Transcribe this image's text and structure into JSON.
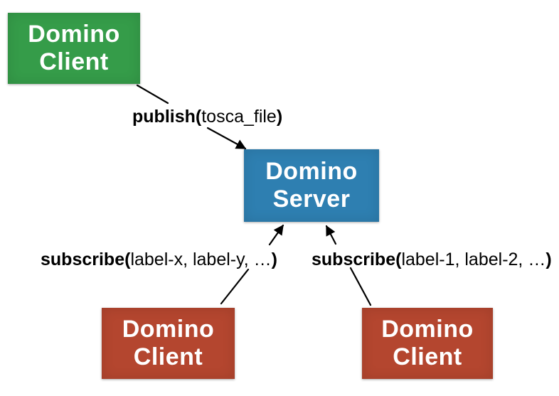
{
  "diagram": {
    "background_color": "#ffffff",
    "arrow_color": "#000000",
    "nodes": {
      "publisher": {
        "line1": "Domino",
        "line2": "Client",
        "color": "#359c49",
        "text_color": "#ffffff"
      },
      "server": {
        "line1": "Domino",
        "line2": "Server",
        "color": "#2e7fb1",
        "text_color": "#ffffff"
      },
      "subscriber_left": {
        "line1": "Domino",
        "line2": "Client",
        "color": "#b4462f",
        "text_color": "#ffffff"
      },
      "subscriber_right": {
        "line1": "Domino",
        "line2": "Client",
        "color": "#b4462f",
        "text_color": "#ffffff"
      }
    },
    "edge_labels": {
      "publish": {
        "bold_open": "publish(",
        "args": "tosca_file",
        "bold_close": ")"
      },
      "subscribe_left": {
        "bold_open": "subscribe(",
        "args": "label-x, label-y, …",
        "bold_close": ")"
      },
      "subscribe_right": {
        "bold_open": "subscribe(",
        "args": "label-1, label-2, …",
        "bold_close": ")"
      }
    }
  }
}
